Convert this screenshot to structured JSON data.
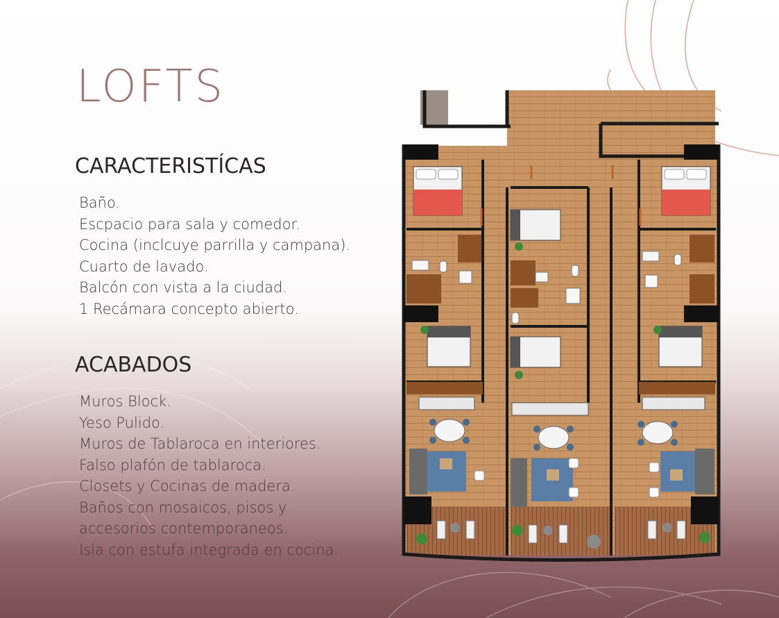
{
  "title": "LOFTS",
  "features": {
    "heading": "CARACTERISTÍCAS",
    "items": [
      "Baño.",
      "Escpacio para sala y comedor.",
      "Cocina (inclcuye parrilla y campana).",
      "Cuarto de lavado.",
      "Balcón con vista a la ciudad.",
      " 1 Recámara concepto abierto."
    ]
  },
  "finishes": {
    "heading": "ACABADOS",
    "items": [
      "Muros Block.",
      "Yeso Pulido.",
      "Muros de Tablaroca en interiores.",
      "Falso plafón de tablaroca.",
      "Closets  y Cocinas de madera.",
      "Baños con mosaicos, pisos y",
      "accesorios contemporaneos.",
      "Isla con estufa integrada en cocina."
    ]
  },
  "colors": {
    "title": "#9c7674",
    "accent_lines": "#e39a8c",
    "floor": "#c99565",
    "walls": "#1a1a1a",
    "bedspread": "#e4574d"
  },
  "floor_plan": {
    "icon": "floor-plan-icon",
    "apartments": 3
  }
}
